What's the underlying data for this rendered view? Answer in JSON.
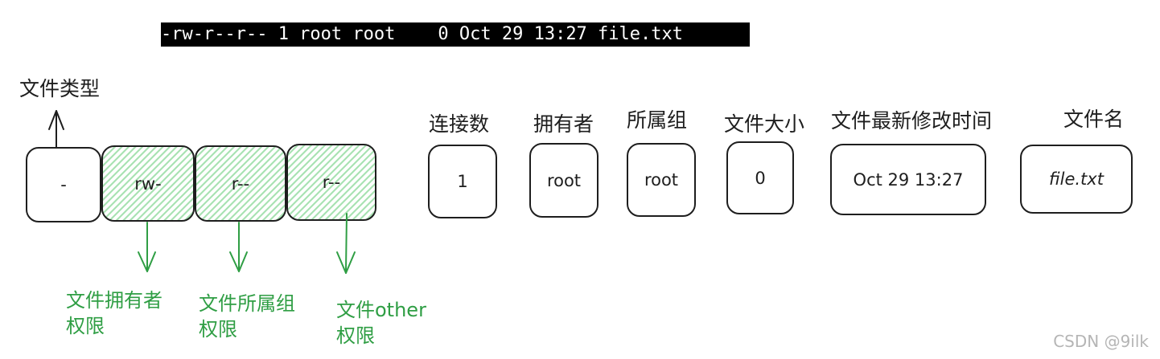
{
  "terminal_line": "-rw-r--r-- 1 root root    0 Oct 29 13:27 file.txt",
  "file_type_label": "文件类型",
  "perm_cells": {
    "type": "-",
    "owner": "rw-",
    "group": "r--",
    "other": "r--"
  },
  "field_labels": {
    "links": "连接数",
    "owner": "拥有者",
    "group": "所属组",
    "size": "文件大小",
    "mtime": "文件最新修改时间",
    "name": "文件名"
  },
  "field_values": {
    "links": "1",
    "owner": "root",
    "group": "root",
    "size": "0",
    "mtime": "Oct 29 13:27",
    "name": "file.txt"
  },
  "perm_labels": {
    "owner_line1": "文件拥有者",
    "owner_line2": "权限",
    "group_line1": "文件所属组",
    "group_line2": "权限",
    "other_line1": "文件other",
    "other_line2": "权限"
  },
  "colors": {
    "stroke": "#1e1e1e",
    "accent_green": "#2f9e44",
    "hatch_green": "#40c057",
    "terminal_bg": "#000000"
  },
  "watermark": "CSDN @9ilk"
}
